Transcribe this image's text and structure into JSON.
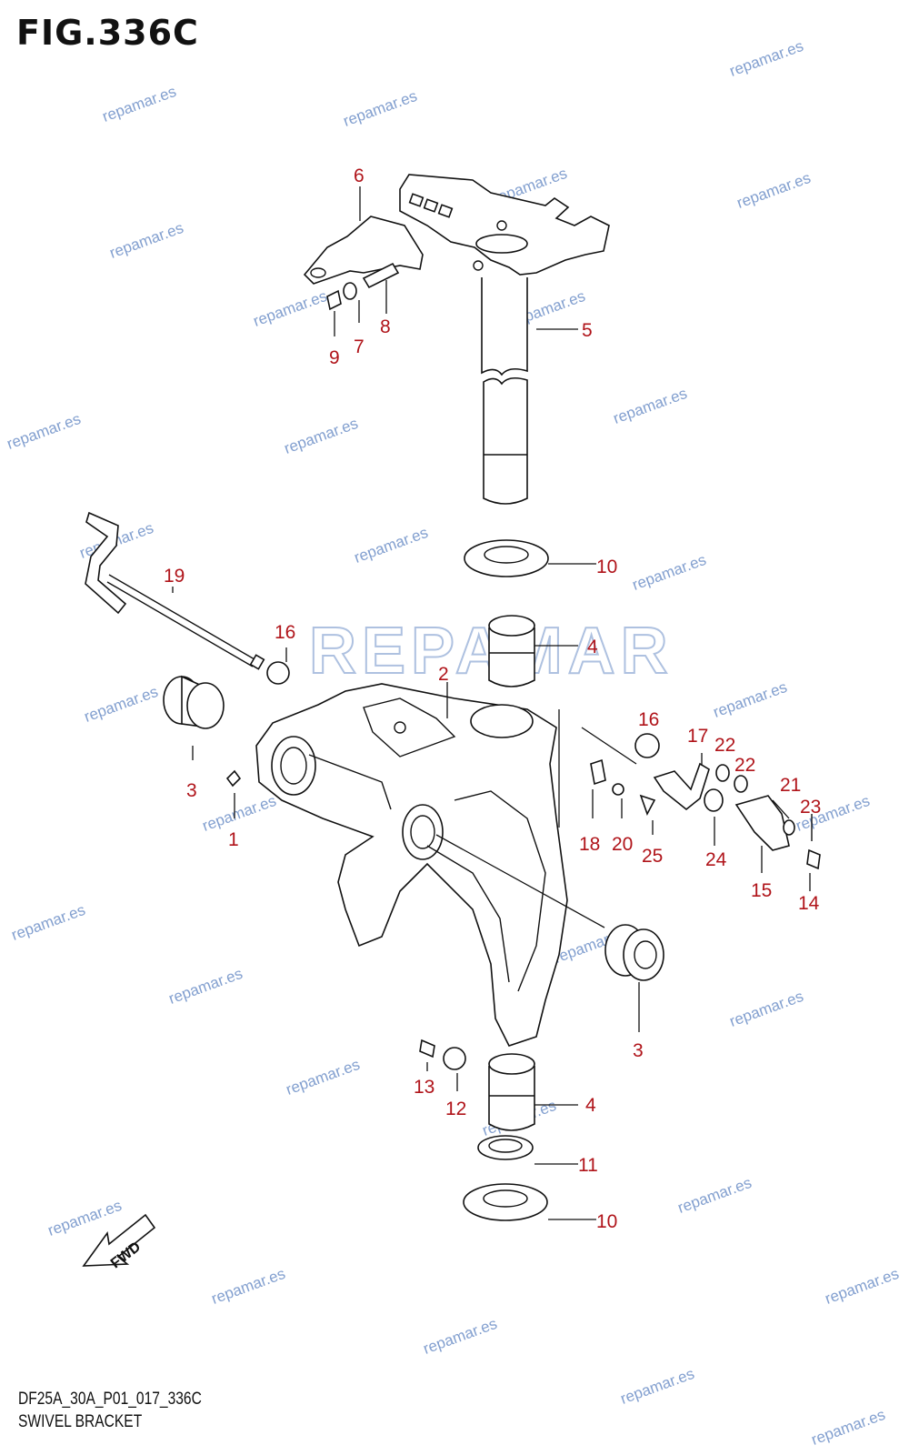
{
  "figure": {
    "title": "FIG.336C",
    "code": "DF25A_30A_P01_017_336C",
    "caption": "SWIVEL BRACKET"
  },
  "watermark_text": "repamar.es",
  "logo_text": "REPAMAR",
  "fwd_label": "FWD",
  "colors": {
    "callout": "#b0141a",
    "watermark": "#6d8fc7",
    "line": "#111111"
  },
  "callouts": [
    "6",
    "8",
    "7",
    "9",
    "5",
    "10",
    "19",
    "16",
    "2",
    "4",
    "3",
    "1",
    "16",
    "17",
    "22",
    "22",
    "21",
    "23",
    "18",
    "20",
    "25",
    "24",
    "15",
    "14",
    "3",
    "13",
    "12",
    "4",
    "11",
    "10"
  ]
}
